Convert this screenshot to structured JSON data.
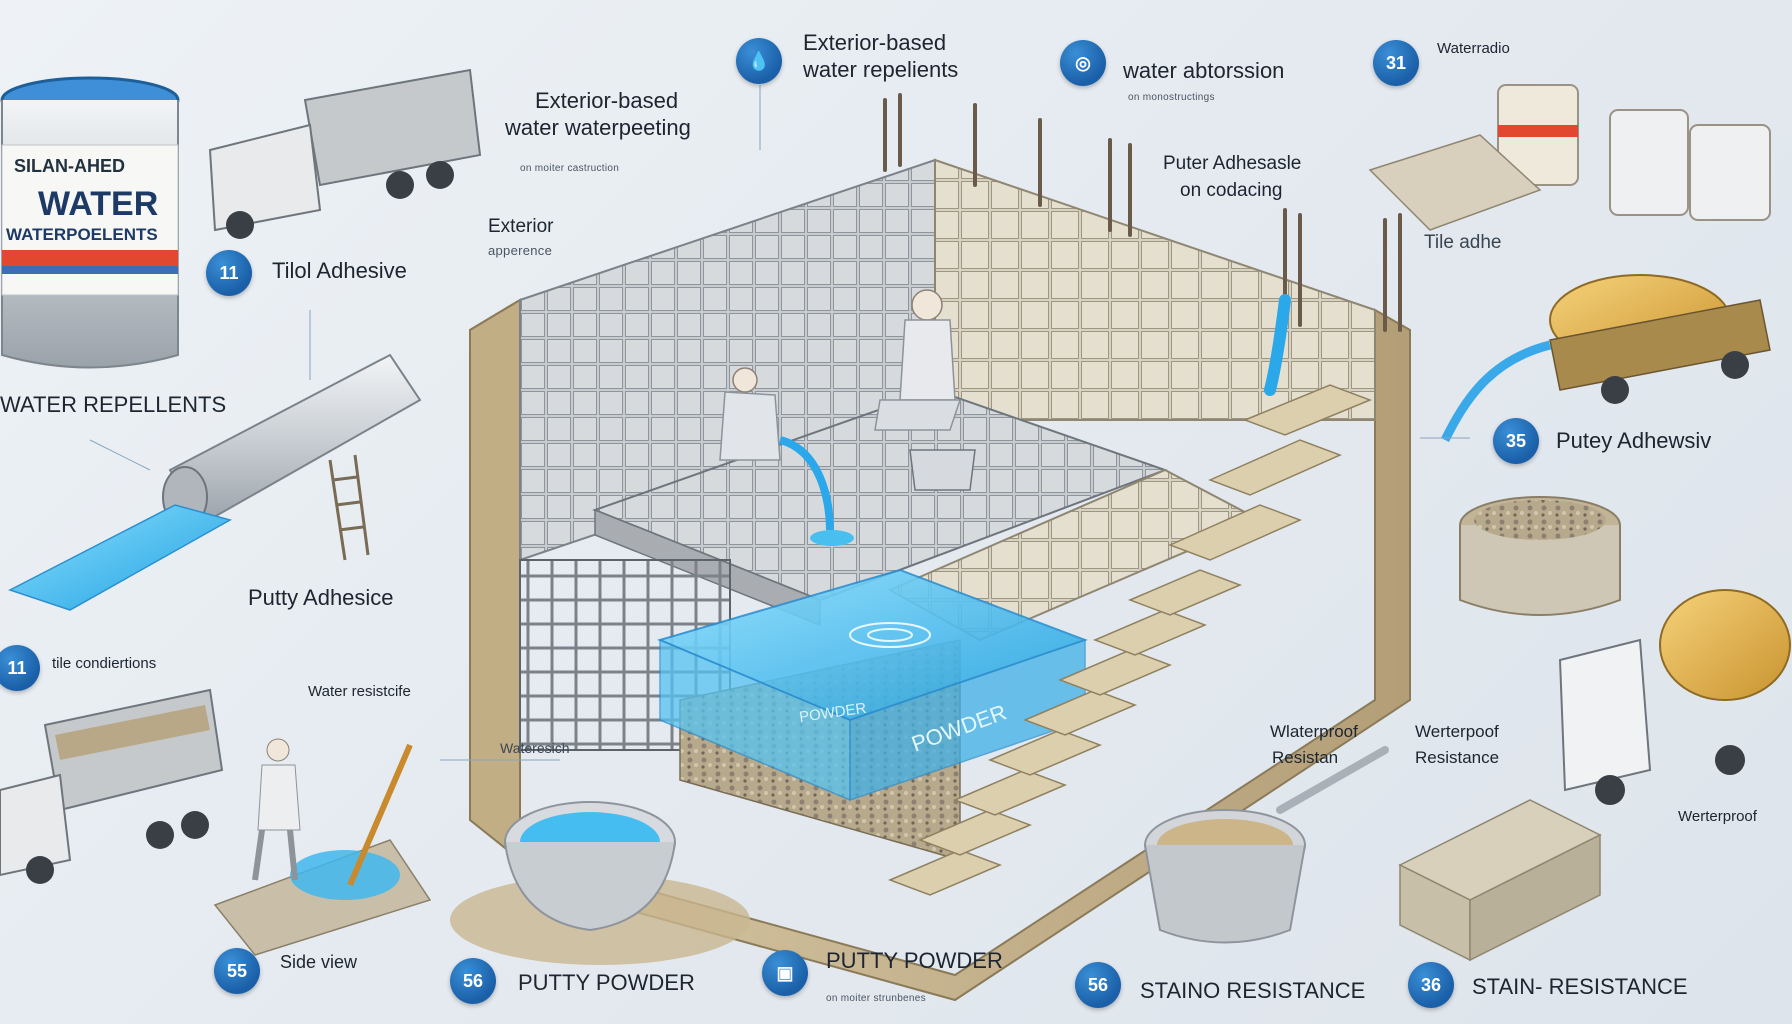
{
  "can_main": {
    "line1": "SILAN-AHED",
    "line2": "WATER",
    "line3": "WATERPOELENTS"
  },
  "labels": {
    "top_center_title": "Exterior-based",
    "top_center_title2": "water repelients",
    "left_top_title": "Exterior-based",
    "left_top_title2": "water waterpeeting",
    "left_top_sub": "on moiter castruction",
    "exterior_title": "Exterior",
    "exterior_sub": "apperence",
    "absorption_title": "water abtorssion",
    "absorption_sub": "on monostructings",
    "top_right_title": "Waterradio",
    "top_right_sub": "",
    "puter_title": "Puter Adhesasle",
    "puter_sub": "on codacing",
    "tile_adh_title": "Tile adhe",
    "tilol_title": "Tilol Adhesive",
    "water_repellents": "WATER REPELLENTS",
    "putty_adh_left": "Putty Adhesice",
    "tile_cond": "tile condiertions",
    "water_resist_left": "Water resistcife",
    "water_resist_small": "Wateresich",
    "putty_adh_right": "Putey Adhewsiv",
    "resist_center_1": "Wlaterproof",
    "resist_center_2": "Resistan",
    "resist_right_1": "Werterpoof",
    "resist_right_2": "Resistance",
    "waterproof_far_right": "Werterproof",
    "bottom_left_small1": "",
    "bottom_left_small2": "",
    "side_view": "Side view",
    "putty_powder_1": "PUTTY POWDER",
    "putty_powder_2": "PUTTY POWDER",
    "putty_powder_sub": "on moiter strunbenes",
    "stain_1": "STAINO RESISTANCE",
    "stain_2": "STAIN- RESISTANCE",
    "pool_text_1": "POWDER",
    "pool_text_2": "POWDER"
  },
  "badges": {
    "b_11": "11",
    "b_11b": "11",
    "b_31": "31",
    "b_35a": "55",
    "b_35b": "35",
    "b_56a": "56",
    "b_56b": "56",
    "b_36": "36"
  },
  "colors": {
    "accent_blue": "#1a5fa8",
    "water": "#3fb7ee",
    "tile": "#c9cdd1",
    "concrete": "#cbb994"
  }
}
